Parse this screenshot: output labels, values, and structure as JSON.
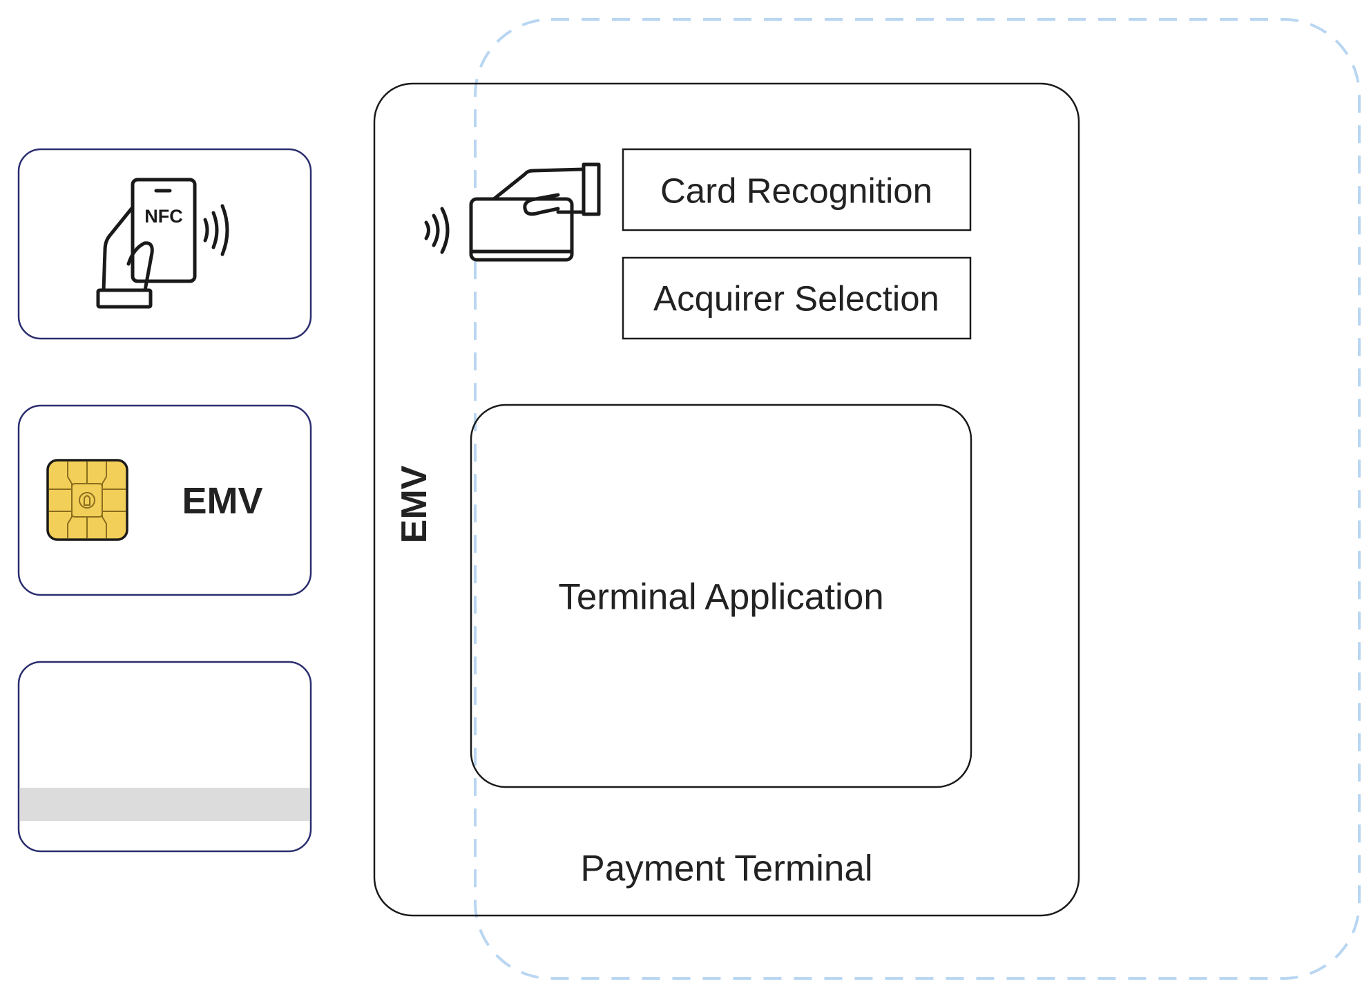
{
  "cards": {
    "nfc": {
      "label": "NFC",
      "icon": "nfc-phone-icon"
    },
    "emv": {
      "label": "EMV",
      "icon": "emv-chip-icon"
    },
    "magstripe": {
      "icon": "magnetic-stripe-card"
    }
  },
  "terminal": {
    "title": "Payment Terminal",
    "side_label": "EMV",
    "contactless_icon": "contactless-card-tap-icon",
    "modules": {
      "card_recognition": "Card Recognition",
      "acquirer_selection": "Acquirer Selection",
      "terminal_application": "Terminal Application"
    }
  },
  "colors": {
    "card_border": "#2b2d6e",
    "terminal_border": "#1a1a1a",
    "dashed_region": "#b9d6f2",
    "chip_fill": "#f2cf58",
    "stripe_fill": "#dcdcdc",
    "text": "#222222"
  }
}
